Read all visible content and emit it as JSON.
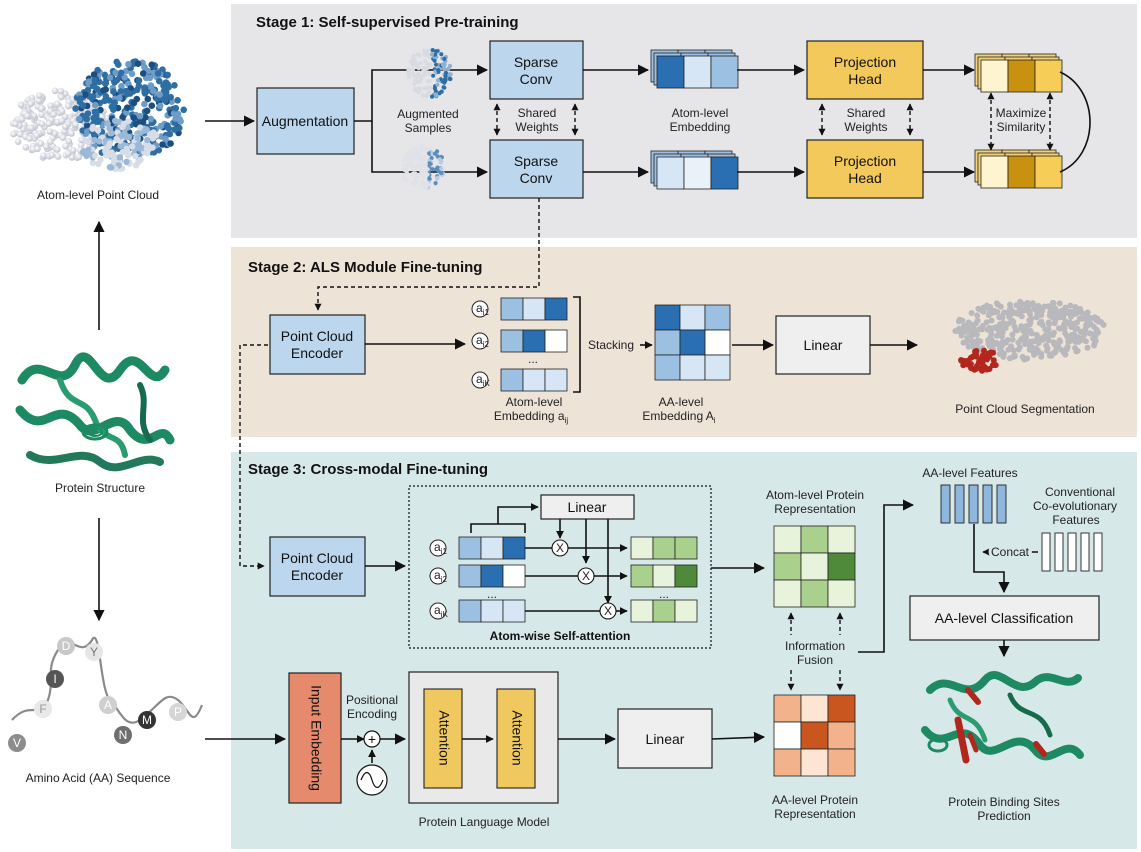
{
  "colors": {
    "stage1_bg": "#e6e6e9",
    "stage2_bg": "#ede3d7",
    "stage3_bg": "#d7e8e8",
    "blue_box": "#bcd6ed",
    "gold_box": "#f2c95a",
    "gray_box": "#efefef",
    "salmon_box": "#e58a6d",
    "attention_box": "#efc860",
    "protein_green": "#1e8a63",
    "binding_red": "#b3261e"
  },
  "left": {
    "point_cloud_label": "Atom-level Point Cloud",
    "structure_label": "Protein Structure",
    "sequence_label": "Amino Acid (AA) Sequence",
    "sequence_letters": [
      "D",
      "Y",
      "I",
      "A",
      "F",
      "N",
      "M",
      "P",
      "V"
    ]
  },
  "stage1": {
    "title": "Stage 1: Self-supervised Pre-training",
    "augmentation": "Augmentation",
    "augmented_samples": [
      "Augmented",
      "Samples"
    ],
    "sparse_conv": [
      "Sparse",
      "Conv"
    ],
    "shared_weights": [
      "Shared",
      "Weights"
    ],
    "atom_embedding": [
      "Atom-level",
      "Embedding"
    ],
    "projection_head": [
      "Projection",
      "Head"
    ],
    "maximize_similarity": [
      "Maximize",
      "Similarity"
    ]
  },
  "stage2": {
    "title": "Stage 2: ALS Module Fine-tuning",
    "encoder": [
      "Point Cloud",
      "Encoder"
    ],
    "atom_symbols": [
      "a",
      "a",
      "a"
    ],
    "atom_subscripts": [
      "i1",
      "i2",
      "iK"
    ],
    "ellipsis": "...",
    "stacking": "Stacking",
    "atom_embedding": [
      "Atom-level",
      "Embedding a"
    ],
    "atom_embedding_sub": "ij",
    "aa_embedding": [
      "AA-level",
      "Embedding A"
    ],
    "aa_embedding_sub": "i",
    "linear": "Linear",
    "segmentation": "Point Cloud Segmentation"
  },
  "stage3": {
    "title": "Stage 3: Cross-modal Fine-tuning",
    "encoder": [
      "Point Cloud",
      "Encoder"
    ],
    "linear": "Linear",
    "multiply": "X",
    "atom_symbols": [
      "a",
      "a",
      "a"
    ],
    "atom_subscripts": [
      "i1",
      "i2",
      "iK"
    ],
    "ellipsis": "...",
    "self_attention": "Atom-wise Self-attention",
    "atom_rep": [
      "Atom-level Protein",
      "Representation"
    ],
    "aa_features": "AA-level Features",
    "coevol": [
      "Conventional",
      "Co-evolutionary",
      "Features"
    ],
    "concat": "Concat",
    "classification": "AA-level Classification",
    "fusion": [
      "Information",
      "Fusion"
    ],
    "input_embedding": "Input Embedding",
    "positional": [
      "Positional",
      "Encoding"
    ],
    "plus": "+",
    "attention": "Attention",
    "plm": "Protein Language Model",
    "linear2": "Linear",
    "aa_rep": [
      "AA-level Protein",
      "Representation"
    ],
    "binding": [
      "Protein Binding Sites",
      "Prediction"
    ]
  }
}
